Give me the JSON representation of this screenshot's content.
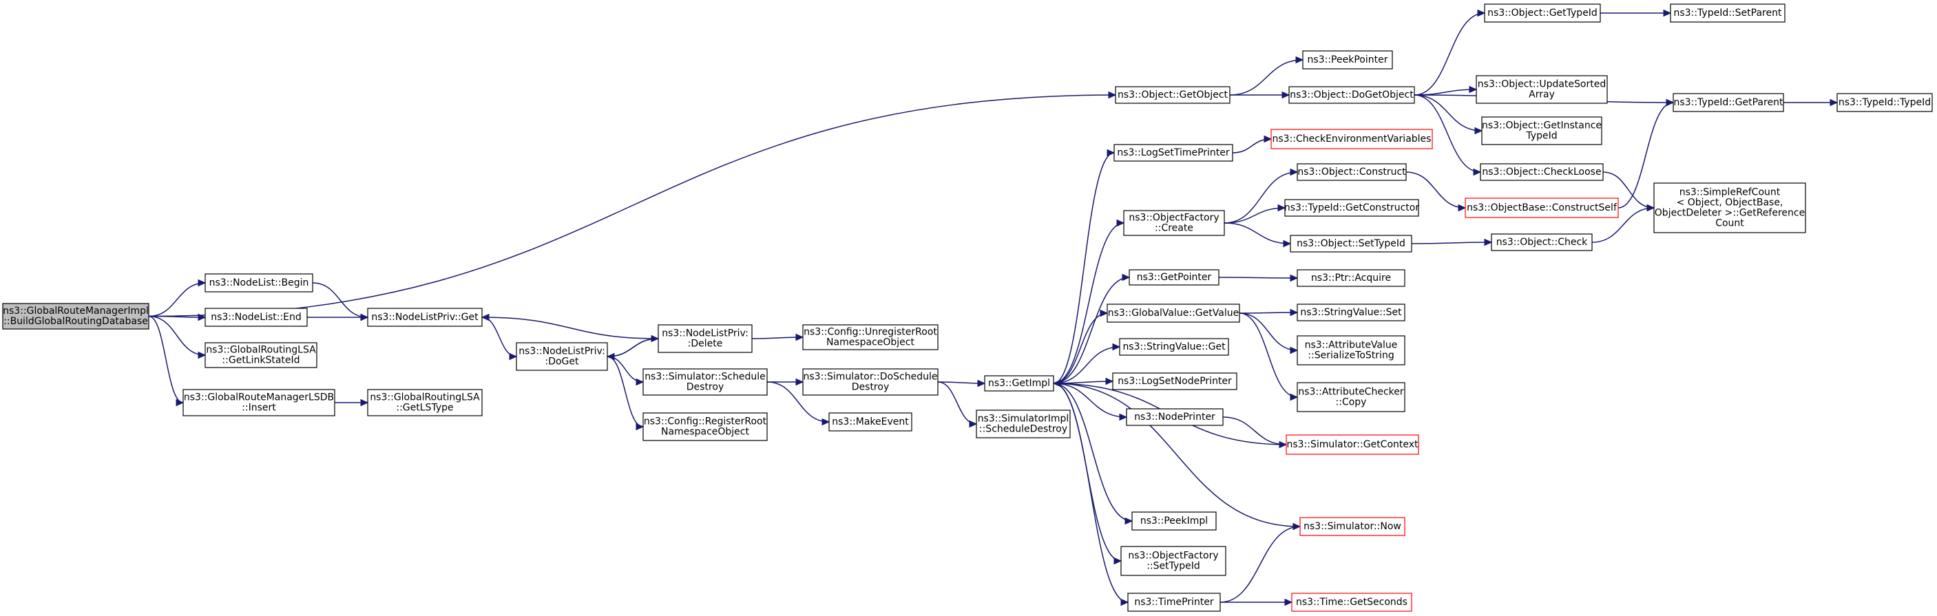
{
  "diagram": {
    "title": "",
    "nodes": [
      {
        "id": "root",
        "lines": [
          "ns3::GlobalRouteManagerImpl",
          "::BuildGlobalRoutingDatabase"
        ],
        "style": "root"
      },
      {
        "id": "nl_begin",
        "lines": [
          "ns3::NodeList::Begin"
        ]
      },
      {
        "id": "nl_end",
        "lines": [
          "ns3::NodeList::End"
        ]
      },
      {
        "id": "grlsa_link",
        "lines": [
          "ns3::GlobalRoutingLSA",
          "::GetLinkStateId"
        ]
      },
      {
        "id": "grm_lsdb",
        "lines": [
          "ns3::GlobalRouteManagerLSDB",
          "::Insert"
        ]
      },
      {
        "id": "grlsa_ls",
        "lines": [
          "ns3::GlobalRoutingLSA",
          "::GetLSType"
        ]
      },
      {
        "id": "nlp_get",
        "lines": [
          "ns3::NodeListPriv::Get"
        ]
      },
      {
        "id": "nlp_doget",
        "lines": [
          "ns3::NodeListPriv:",
          ":DoGet"
        ]
      },
      {
        "id": "nlp_delete",
        "lines": [
          "ns3::NodeListPriv:",
          ":Delete"
        ]
      },
      {
        "id": "cfg_unreg",
        "lines": [
          "ns3::Config::UnregisterRoot",
          "NamespaceObject"
        ]
      },
      {
        "id": "sim_sched",
        "lines": [
          "ns3::Simulator::Schedule",
          "Destroy"
        ]
      },
      {
        "id": "cfg_reg",
        "lines": [
          "ns3::Config::RegisterRoot",
          "NamespaceObject"
        ]
      },
      {
        "id": "sim_dosched",
        "lines": [
          "ns3::Simulator::DoSchedule",
          "Destroy"
        ]
      },
      {
        "id": "make_event",
        "lines": [
          "ns3::MakeEvent"
        ]
      },
      {
        "id": "simimpl",
        "lines": [
          "ns3::SimulatorImpl",
          "::ScheduleDestroy"
        ]
      },
      {
        "id": "getimpl",
        "lines": [
          "ns3::GetImpl"
        ]
      },
      {
        "id": "obj_getobj",
        "lines": [
          "ns3::Object::GetObject"
        ]
      },
      {
        "id": "log_time",
        "lines": [
          "ns3::LogSetTimePrinter"
        ]
      },
      {
        "id": "of_create",
        "lines": [
          "ns3::ObjectFactory",
          "::Create"
        ]
      },
      {
        "id": "getpointer",
        "lines": [
          "ns3::GetPointer"
        ]
      },
      {
        "id": "gv_getvalue",
        "lines": [
          "ns3::GlobalValue::GetValue"
        ]
      },
      {
        "id": "sv_get",
        "lines": [
          "ns3::StringValue::Get"
        ]
      },
      {
        "id": "log_node",
        "lines": [
          "ns3::LogSetNodePrinter"
        ]
      },
      {
        "id": "nodeprinter",
        "lines": [
          "ns3::NodePrinter"
        ]
      },
      {
        "id": "peekimpl",
        "lines": [
          "ns3::PeekImpl"
        ]
      },
      {
        "id": "of_settypeid",
        "lines": [
          "ns3::ObjectFactory",
          "::SetTypeId"
        ]
      },
      {
        "id": "timeprinter",
        "lines": [
          "ns3::TimePrinter"
        ]
      },
      {
        "id": "peekpointer",
        "lines": [
          "ns3::PeekPointer"
        ]
      },
      {
        "id": "obj_dogetobj",
        "lines": [
          "ns3::Object::DoGetObject"
        ]
      },
      {
        "id": "check_env",
        "lines": [
          "ns3::CheckEnvironmentVariables"
        ],
        "style": "red"
      },
      {
        "id": "obj_construct",
        "lines": [
          "ns3::Object::Construct"
        ]
      },
      {
        "id": "tid_getctor",
        "lines": [
          "ns3::TypeId::GetConstructor"
        ]
      },
      {
        "id": "obj_settypeid",
        "lines": [
          "ns3::Object::SetTypeId"
        ]
      },
      {
        "id": "ptr_acquire",
        "lines": [
          "ns3::Ptr::Acquire"
        ]
      },
      {
        "id": "sv_set",
        "lines": [
          "ns3::StringValue::Set"
        ]
      },
      {
        "id": "av_ser",
        "lines": [
          "ns3::AttributeValue",
          "::SerializeToString"
        ]
      },
      {
        "id": "ac_copy",
        "lines": [
          "ns3::AttributeChecker",
          "::Copy"
        ]
      },
      {
        "id": "sim_getctx",
        "lines": [
          "ns3::Simulator::GetContext"
        ],
        "style": "red"
      },
      {
        "id": "sim_now",
        "lines": [
          "ns3::Simulator::Now"
        ],
        "style": "red"
      },
      {
        "id": "time_getsec",
        "lines": [
          "ns3::Time::GetSeconds"
        ],
        "style": "red"
      },
      {
        "id": "obj_gettid",
        "lines": [
          "ns3::Object::GetTypeId"
        ]
      },
      {
        "id": "obj_updsorted",
        "lines": [
          "ns3::Object::UpdateSorted",
          "Array"
        ]
      },
      {
        "id": "obj_getinst",
        "lines": [
          "ns3::Object::GetInstance",
          "TypeId"
        ]
      },
      {
        "id": "obj_checkloose",
        "lines": [
          "ns3::Object::CheckLoose"
        ]
      },
      {
        "id": "objbase_cs",
        "lines": [
          "ns3::ObjectBase::ConstructSelf"
        ],
        "style": "red"
      },
      {
        "id": "obj_check",
        "lines": [
          "ns3::Object::Check"
        ]
      },
      {
        "id": "tid_setparent",
        "lines": [
          "ns3::TypeId::SetParent"
        ]
      },
      {
        "id": "tid_getparent",
        "lines": [
          "ns3::TypeId::GetParent"
        ]
      },
      {
        "id": "simplerefcount",
        "lines": [
          "ns3::SimpleRefCount",
          "< Object, ObjectBase,",
          "ObjectDeleter >::GetReference",
          "Count"
        ]
      },
      {
        "id": "tid_typeid",
        "lines": [
          "ns3::TypeId::TypeId"
        ]
      }
    ],
    "edges": [
      [
        "root",
        "obj_getobj"
      ],
      [
        "root",
        "nl_begin"
      ],
      [
        "root",
        "nl_end"
      ],
      [
        "root",
        "grlsa_link"
      ],
      [
        "root",
        "grm_lsdb"
      ],
      [
        "grm_lsdb",
        "grlsa_ls"
      ],
      [
        "nl_begin",
        "nlp_get"
      ],
      [
        "nl_end",
        "nlp_get"
      ],
      [
        "nlp_get",
        "nlp_doget"
      ],
      [
        "nlp_delete",
        "nlp_get"
      ],
      [
        "nlp_doget",
        "nlp_delete"
      ],
      [
        "nlp_delete",
        "nlp_doget"
      ],
      [
        "nlp_doget",
        "sim_sched"
      ],
      [
        "nlp_doget",
        "cfg_reg"
      ],
      [
        "nlp_delete",
        "cfg_unreg"
      ],
      [
        "sim_sched",
        "sim_dosched"
      ],
      [
        "sim_sched",
        "make_event"
      ],
      [
        "sim_dosched",
        "getimpl"
      ],
      [
        "sim_dosched",
        "simimpl"
      ],
      [
        "getimpl",
        "log_time"
      ],
      [
        "getimpl",
        "of_create"
      ],
      [
        "getimpl",
        "getpointer"
      ],
      [
        "getimpl",
        "gv_getvalue"
      ],
      [
        "getimpl",
        "sv_get"
      ],
      [
        "getimpl",
        "log_node"
      ],
      [
        "getimpl",
        "nodeprinter"
      ],
      [
        "getimpl",
        "peekimpl"
      ],
      [
        "getimpl",
        "of_settypeid"
      ],
      [
        "getimpl",
        "timeprinter"
      ],
      [
        "sim_getctx",
        "getimpl"
      ],
      [
        "sim_now",
        "getimpl"
      ],
      [
        "obj_getobj",
        "peekpointer"
      ],
      [
        "obj_getobj",
        "obj_dogetobj"
      ],
      [
        "log_time",
        "check_env"
      ],
      [
        "of_create",
        "obj_construct"
      ],
      [
        "of_create",
        "tid_getctor"
      ],
      [
        "of_create",
        "obj_settypeid"
      ],
      [
        "getpointer",
        "ptr_acquire"
      ],
      [
        "gv_getvalue",
        "sv_set"
      ],
      [
        "gv_getvalue",
        "av_ser"
      ],
      [
        "gv_getvalue",
        "ac_copy"
      ],
      [
        "nodeprinter",
        "sim_getctx"
      ],
      [
        "timeprinter",
        "sim_now"
      ],
      [
        "timeprinter",
        "time_getsec"
      ],
      [
        "obj_dogetobj",
        "obj_gettid"
      ],
      [
        "obj_dogetobj",
        "tid_getparent"
      ],
      [
        "obj_dogetobj",
        "obj_updsorted"
      ],
      [
        "obj_dogetobj",
        "obj_getinst"
      ],
      [
        "obj_dogetobj",
        "obj_checkloose"
      ],
      [
        "obj_construct",
        "objbase_cs"
      ],
      [
        "obj_settypeid",
        "obj_check"
      ],
      [
        "obj_checkloose",
        "simplerefcount"
      ],
      [
        "obj_check",
        "simplerefcount"
      ],
      [
        "objbase_cs",
        "tid_getparent"
      ],
      [
        "obj_gettid",
        "tid_setparent"
      ],
      [
        "tid_getparent",
        "tid_typeid"
      ]
    ]
  }
}
